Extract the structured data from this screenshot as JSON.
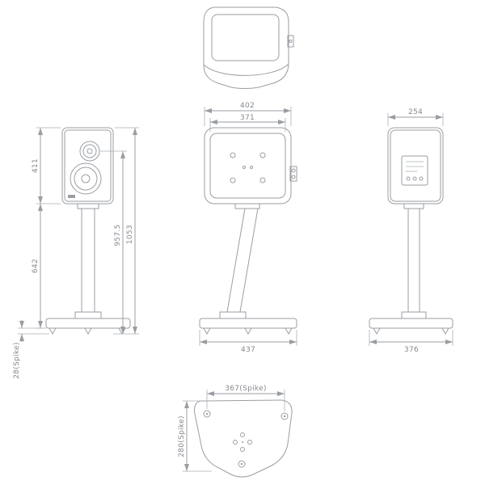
{
  "drawing_title": "speaker-stand-dimension-drawing",
  "dims": {
    "front": {
      "speaker_height": "411",
      "stand_height": "642",
      "spike_height": "28(Spike)",
      "tweeter_to_floor": "957.5",
      "total_height": "1053"
    },
    "rear": {
      "outer_width": "402",
      "inner_width": "371",
      "base_width": "437"
    },
    "side": {
      "depth": "254",
      "base_depth": "376"
    },
    "bottom": {
      "spike_span_width": "367(Spike)",
      "spike_span_depth": "280(Spike)"
    }
  },
  "colors": {
    "line": "#9a9ea3",
    "text": "#85898e",
    "background": "#ffffff"
  }
}
